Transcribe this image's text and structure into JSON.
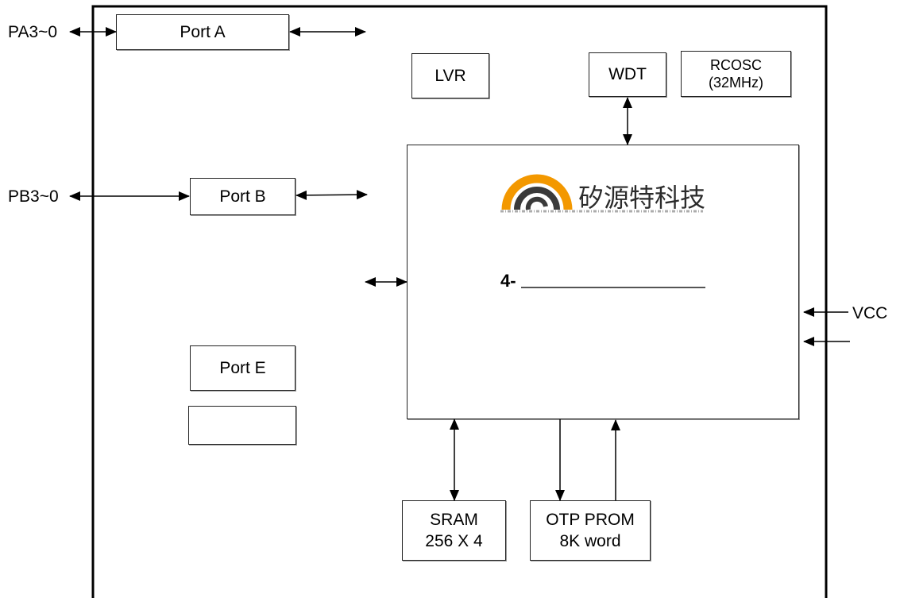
{
  "io_labels": {
    "pa": "PA3~0",
    "pb": "PB3~0",
    "vcc": "VCC"
  },
  "ports": {
    "a": "Port A",
    "b": "Port B",
    "e": "Port E"
  },
  "blocks": {
    "lvr": "LVR",
    "wdt": "WDT",
    "rcosc": {
      "line1": "RCOSC",
      "line2": "(32MHz)"
    },
    "sram": {
      "line1": "SRAM",
      "line2": "256 X 4"
    },
    "otp": {
      "line1": "OTP PROM",
      "line2": "8K word"
    }
  },
  "core": {
    "logo_text": "矽源特科技",
    "label": "4-"
  },
  "colors": {
    "logo_orange": "#F39800",
    "logo_dark": "#3A3A3A",
    "line": "#000000"
  }
}
